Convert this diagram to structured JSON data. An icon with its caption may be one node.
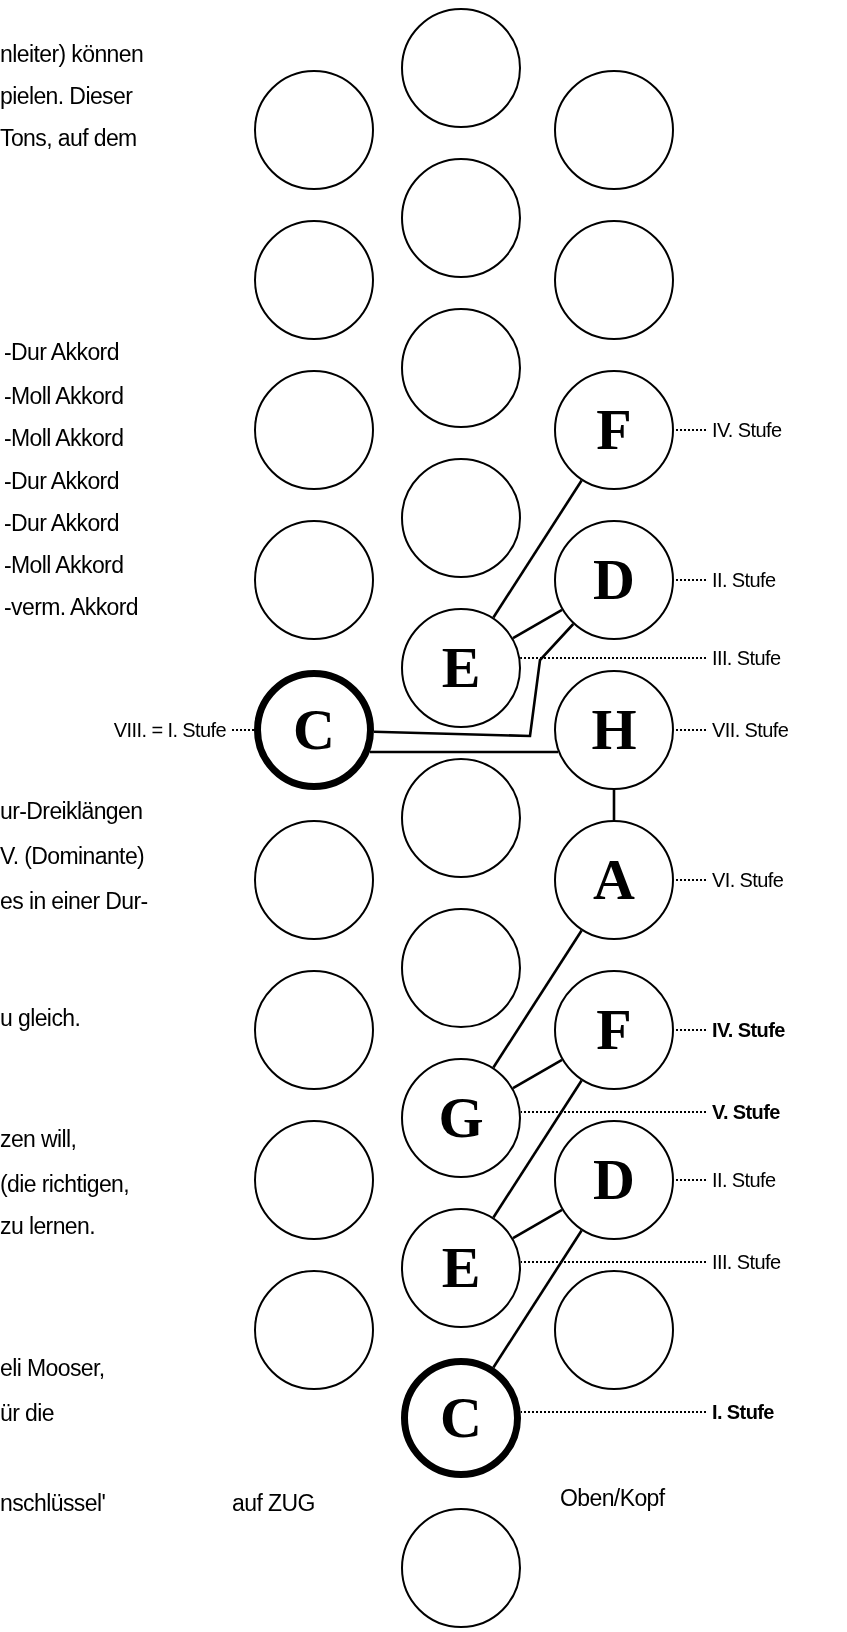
{
  "diagram": {
    "nodes": [
      {
        "text": [],
        "shape": "circle"
      },
      {
        "text": [],
        "shape": "circle"
      },
      {
        "text": [],
        "shape": "circle"
      },
      {
        "text": [],
        "shape": "circle"
      },
      {
        "text": [
          "C"
        ]
      },
      {
        "text": [],
        "shape": "circle"
      },
      {
        "text": [],
        "shape": "circle"
      },
      {
        "text": [],
        "shape": "circle"
      },
      {
        "text": [],
        "shape": "circle"
      },
      {
        "text": [],
        "shape": "circle"
      },
      {
        "text": [],
        "shape": "circle"
      },
      {
        "text": [],
        "shape": "circle"
      },
      {
        "text": [],
        "shape": "circle"
      },
      {
        "text": [
          "E"
        ]
      },
      {
        "text": [],
        "shape": "circle"
      },
      {
        "text": [],
        "shape": "circle"
      },
      {
        "text": [
          "G"
        ]
      },
      {
        "text": [
          "E"
        ]
      },
      {
        "text": [
          "C"
        ]
      },
      {
        "text": [],
        "shape": "circle"
      },
      {
        "text": [],
        "shape": "circle"
      },
      {
        "text": [],
        "shape": "circle"
      },
      {
        "text": [
          "F"
        ]
      },
      {
        "text": [
          "D"
        ]
      },
      {
        "text": [
          "H"
        ]
      },
      {
        "text": [
          "A"
        ]
      },
      {
        "text": [
          "F"
        ]
      },
      {
        "text": [
          "D"
        ]
      },
      {
        "text": [],
        "shape": "circle"
      },
      {
        "text": [
          "VIII. = I. Stufe"
        ]
      },
      {
        "text": [
          "IV. Stufe"
        ]
      },
      {
        "text": [
          "II. Stufe"
        ]
      },
      {
        "text": [
          "III. Stufe"
        ]
      },
      {
        "text": [
          "VII. Stufe"
        ]
      },
      {
        "text": [
          "VI. Stufe"
        ]
      },
      {
        "text": [
          "IV. Stufe"
        ]
      },
      {
        "text": [
          "V. Stufe"
        ]
      },
      {
        "text": [
          "II. Stufe"
        ]
      },
      {
        "text": [
          "III. Stufe"
        ]
      },
      {
        "text": [
          "I. Stufe"
        ]
      }
    ],
    "edges": [
      {
        "from": 22,
        "to": 13,
        "arrow": "none"
      },
      {
        "from": 13,
        "to": 23,
        "arrow": "none"
      },
      {
        "from": 4,
        "to": 23,
        "arrow": "none"
      },
      {
        "from": 4,
        "to": 24,
        "arrow": "none"
      },
      {
        "from": 24,
        "to": 25,
        "arrow": "none"
      },
      {
        "from": 25,
        "to": 16,
        "arrow": "none"
      },
      {
        "from": 16,
        "to": 26,
        "arrow": "none"
      },
      {
        "from": 26,
        "to": 17,
        "arrow": "none"
      },
      {
        "from": 17,
        "to": 27,
        "arrow": "none"
      },
      {
        "from": 27,
        "to": 18,
        "arrow": "none"
      },
      {
        "from": 29,
        "to": 4,
        "arrow": "none",
        "style": "dashed"
      },
      {
        "from": 30,
        "to": 22,
        "arrow": "none",
        "style": "dashed"
      },
      {
        "from": 31,
        "to": 23,
        "arrow": "none",
        "style": "dashed"
      },
      {
        "from": 32,
        "to": 13,
        "arrow": "none",
        "style": "dashed"
      },
      {
        "from": 33,
        "to": 24,
        "arrow": "none",
        "style": "dashed"
      },
      {
        "from": 34,
        "to": 25,
        "arrow": "none",
        "style": "dashed"
      },
      {
        "from": 35,
        "to": 26,
        "arrow": "none",
        "style": "dashed"
      },
      {
        "from": 36,
        "to": 16,
        "arrow": "none",
        "style": "dashed"
      },
      {
        "from": 37,
        "to": 27,
        "arrow": "none",
        "style": "dashed"
      },
      {
        "from": 38,
        "to": 17,
        "arrow": "none",
        "style": "dashed"
      },
      {
        "from": 39,
        "to": 18,
        "arrow": "none",
        "style": "dashed"
      }
    ],
    "labels": [
      "nleiter) können",
      "pielen. Dieser",
      "Tons, auf dem",
      "-Dur Akkord",
      "-Moll Akkord",
      "-Moll Akkord",
      "-Dur Akkord",
      "-Dur Akkord",
      "-Moll Akkord",
      "-verm. Akkord",
      "ur-Dreiklängen",
      "V. (Dominante)",
      "es in einer Dur-",
      "u gleich.",
      "zen will,",
      "(die richtigen,",
      "zu lernen.",
      "eli Mooser,",
      "ür die",
      "nschlüssel'",
      "auf ZUG",
      "Oben/Kopf"
    ]
  }
}
